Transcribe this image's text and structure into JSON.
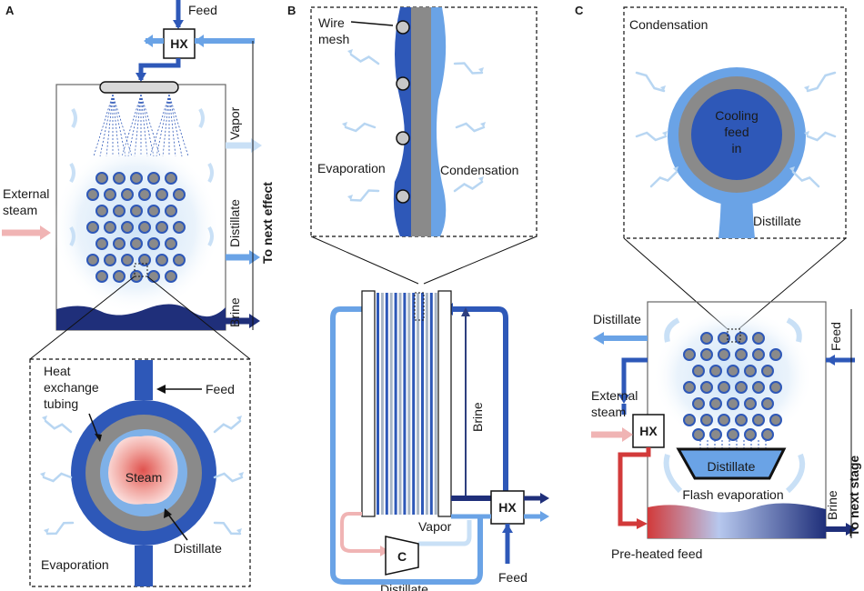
{
  "colors": {
    "deep": "#1f2f7a",
    "mid": "#2e58b8",
    "light": "#7fb1e8",
    "pale": "#c9e0f6",
    "pipe": "#3a6fc9",
    "steam_pink": "#f0b4b4",
    "hot": "#d23a3a",
    "gray": "#8a8a8a",
    "tube": "#a9b6c6"
  },
  "panel_a": {
    "letter": "A",
    "feed": "Feed",
    "hx": "HX",
    "vapor": "Vapor",
    "distillate": "Distillate",
    "brine": "Brine",
    "to_next_effect": "To next effect",
    "external_steam_1": "External",
    "external_steam_2": "steam",
    "detail": {
      "heat_1": "Heat",
      "heat_2": "exchange",
      "heat_3": "tubing",
      "feed": "Feed",
      "steam": "Steam",
      "distillate": "Distillate",
      "evaporation": "Evaporation"
    }
  },
  "panel_b": {
    "letter": "B",
    "wire_1": "Wire",
    "wire_2": "mesh",
    "evaporation": "Evaporation",
    "condensation": "Condensation",
    "brine": "Brine",
    "hx": "HX",
    "vapor": "Vapor",
    "compressor": "C",
    "distillate": "Distillate",
    "feed": "Feed"
  },
  "panel_c": {
    "letter": "C",
    "condensation": "Condensation",
    "cooling_1": "Cooling",
    "cooling_2": "feed",
    "cooling_3": "in",
    "distillate_detail": "Distillate",
    "distillate_out": "Distillate",
    "feed": "Feed",
    "external_1": "External",
    "external_2": "steam",
    "hx": "HX",
    "distillate_tray": "Distillate",
    "flash": "Flash evaporation",
    "brine": "Brine",
    "to_next_stage": "To next stage",
    "preheated": "Pre-heated feed"
  }
}
